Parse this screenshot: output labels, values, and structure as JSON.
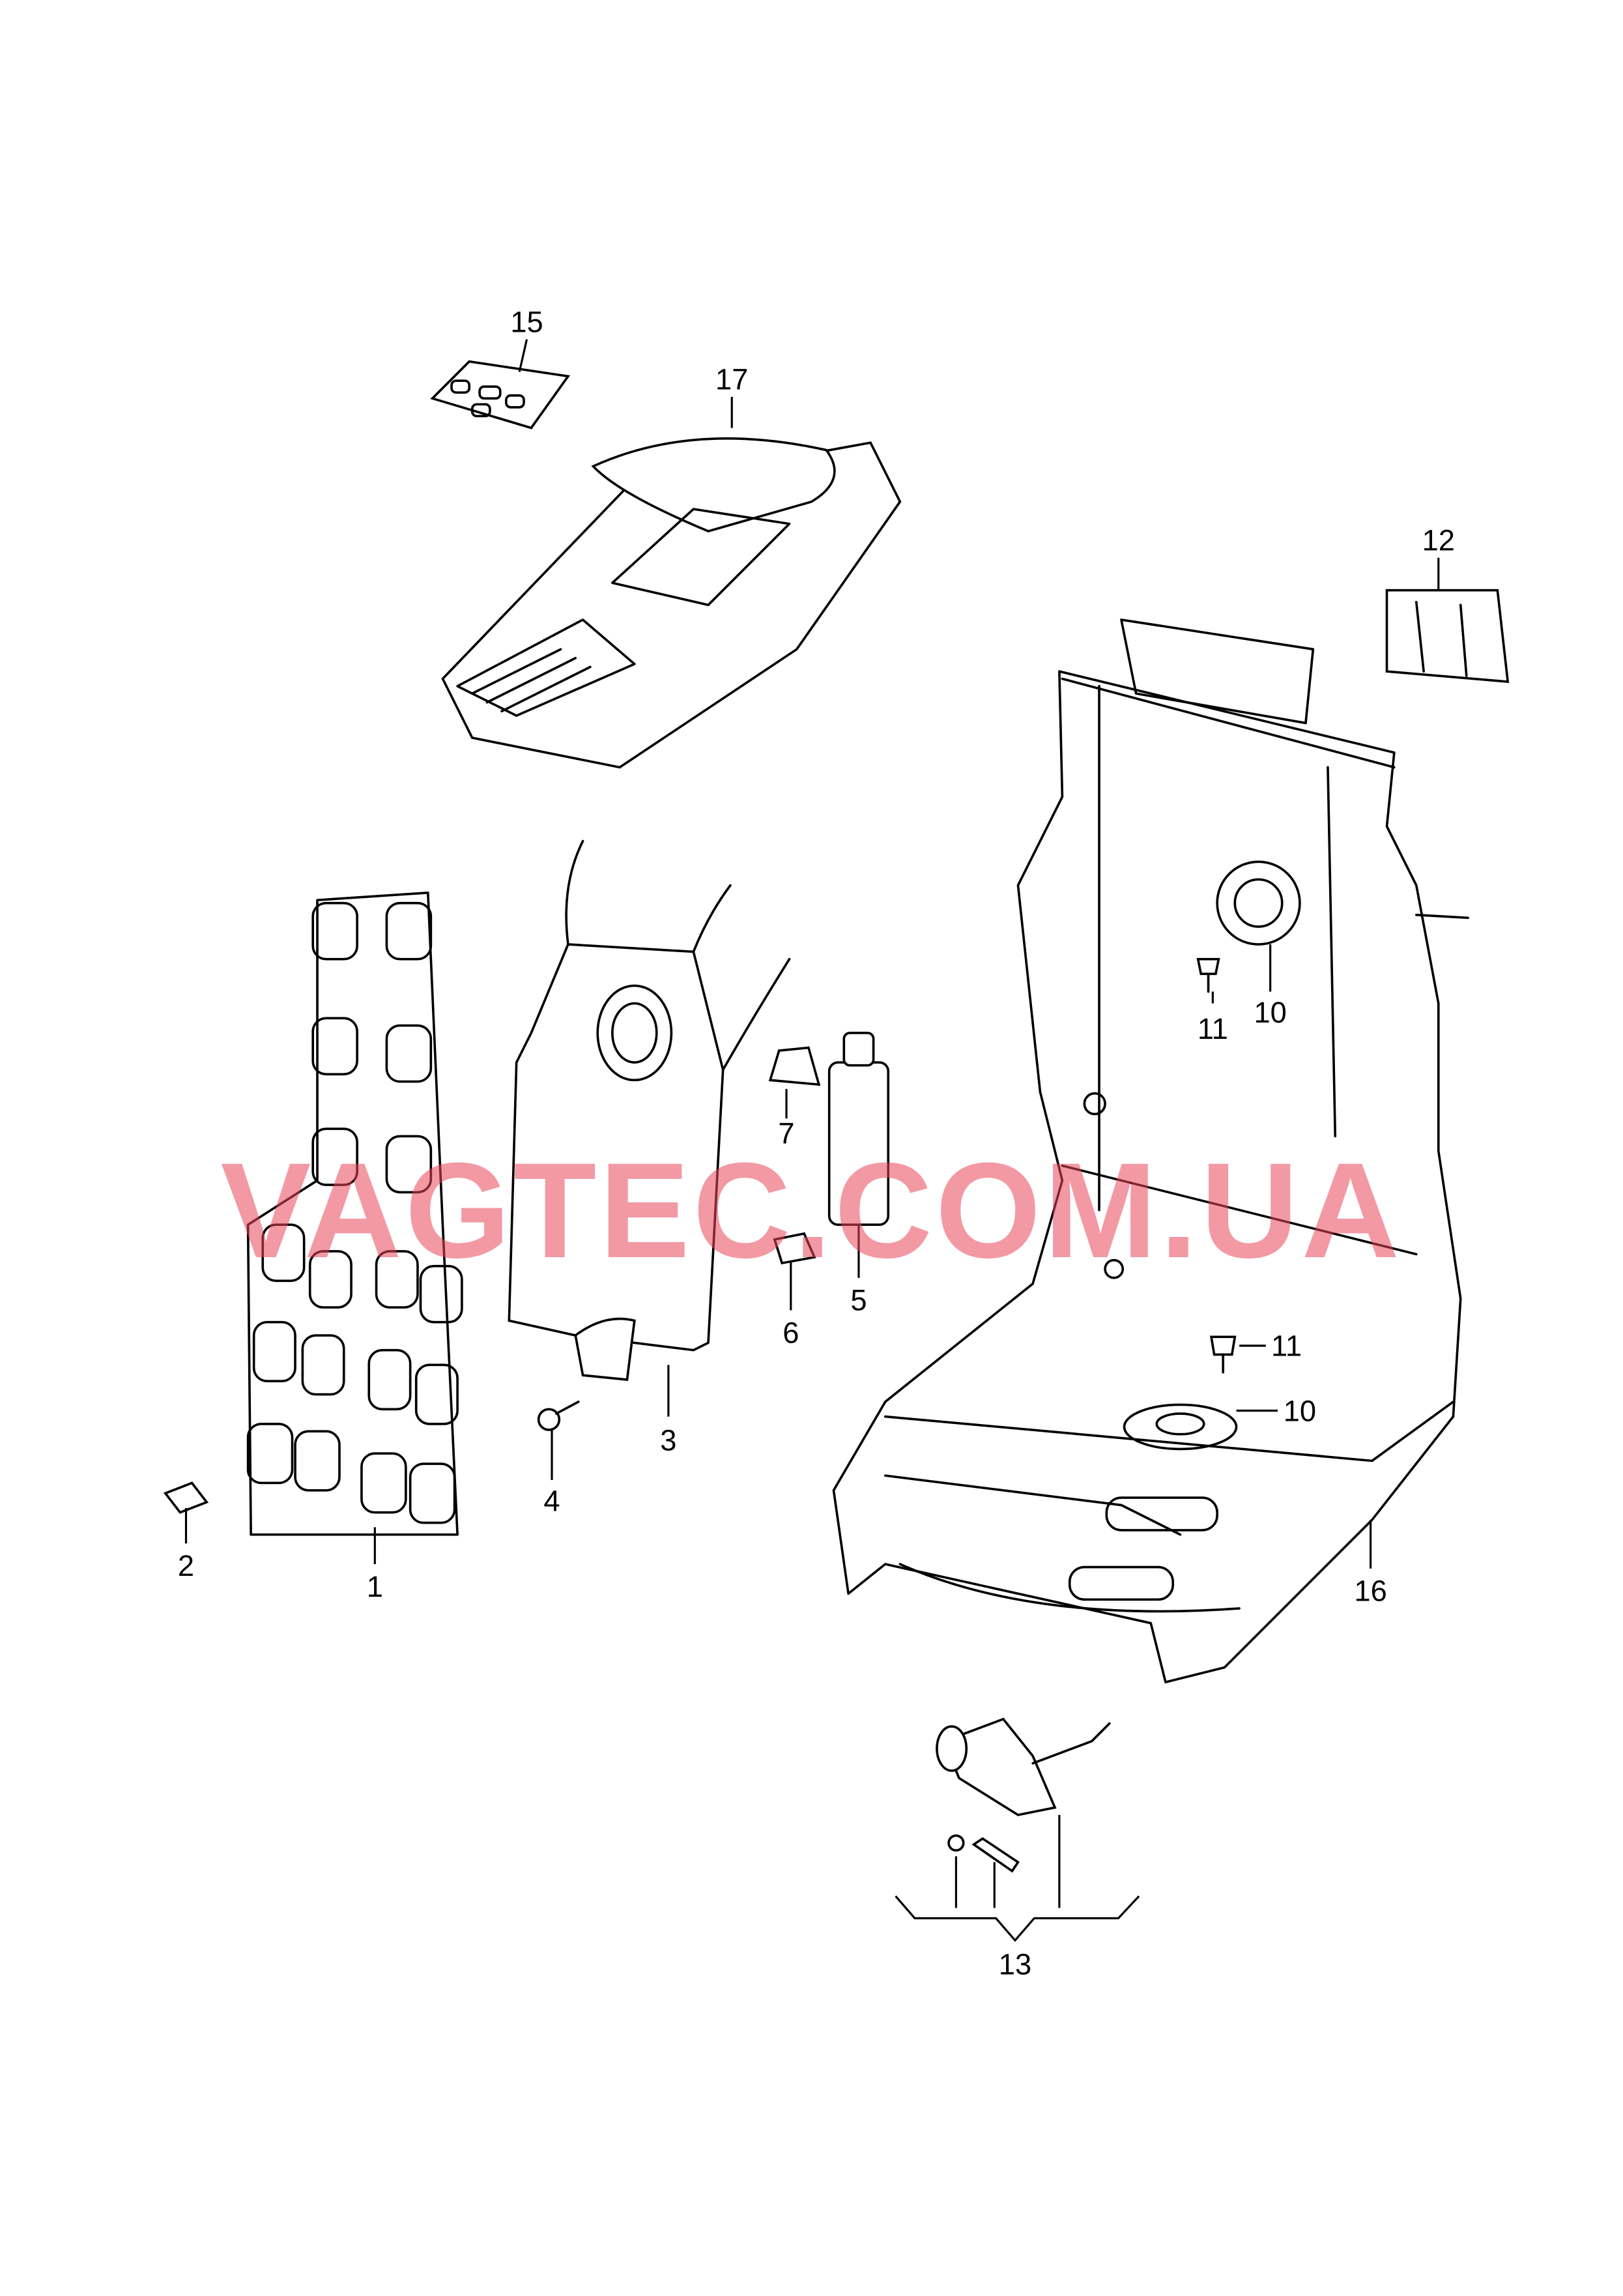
{
  "diagram": {
    "watermark": "VAGTEC.COM.UA",
    "callouts": {
      "p1": "1",
      "p2": "2",
      "p3": "3",
      "p4": "4",
      "p5": "5",
      "p6": "6",
      "p7": "7",
      "p10a": "10",
      "p10b": "10",
      "p11a": "11",
      "p11b": "11",
      "p12": "12",
      "p13": "13",
      "p15": "15",
      "p16": "16",
      "p17": "17"
    }
  }
}
